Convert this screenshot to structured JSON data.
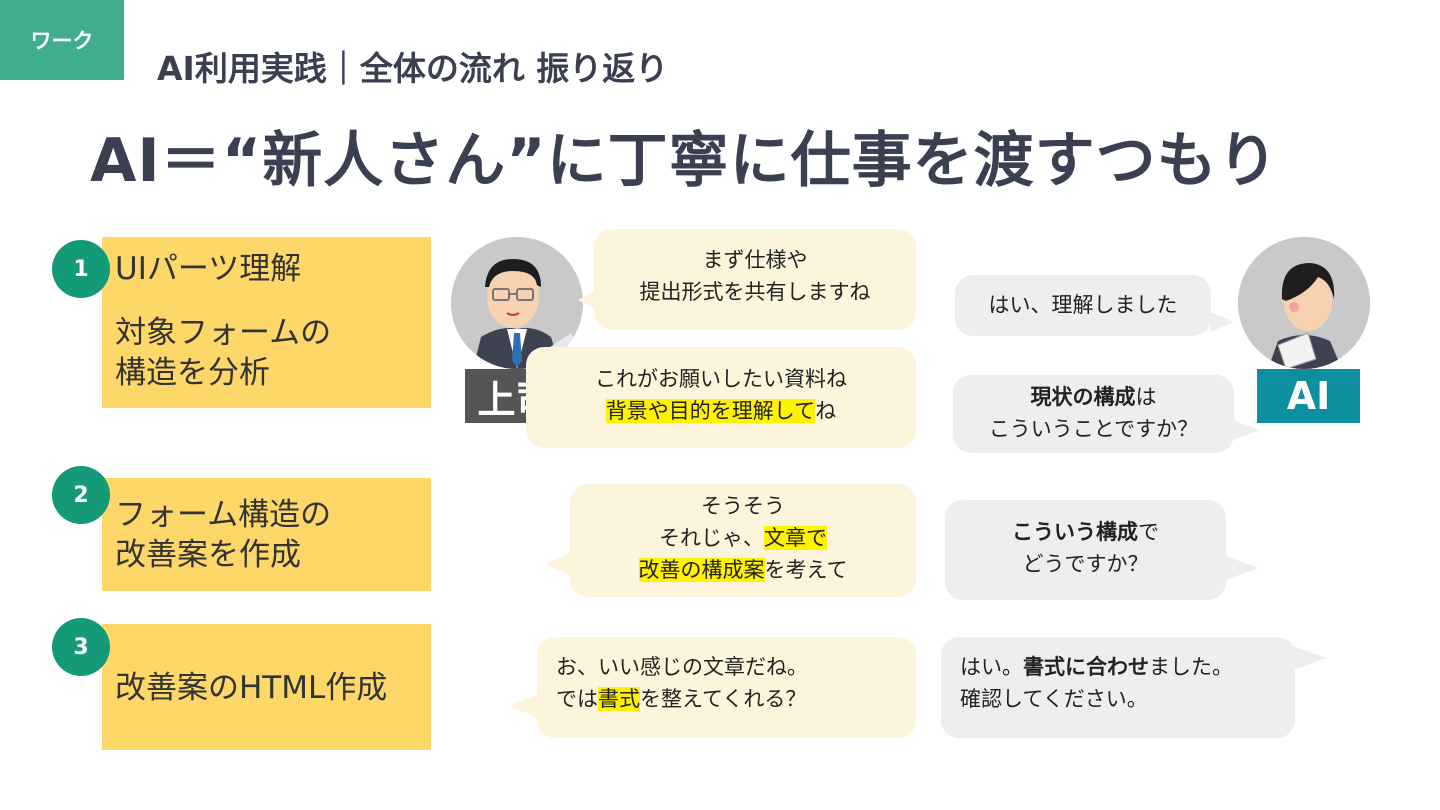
{
  "tag": "ワーク",
  "subtitle": "AI利用実践｜全体の流れ 振り返り",
  "title": "AI＝“新人さん”に丁寧に仕事を渡すつもり",
  "steps": [
    {
      "num": "1",
      "line1": "UIパーツ理解",
      "line2": "対象フォームの",
      "line3": "構造を分析"
    },
    {
      "num": "2",
      "line1": "フォーム構造の",
      "line2": "改善案を作成"
    },
    {
      "num": "3",
      "line1": "改善案のHTML作成"
    }
  ],
  "labels": {
    "boss": "上司",
    "ai": "AI"
  },
  "boss_bubbles": {
    "b1": {
      "l1": "まず仕様や",
      "l2": "提出形式を共有しますね"
    },
    "b2": {
      "l1": "これがお願いしたい資料ね",
      "l2_hl": "背景や目的を理解して",
      "l2_tail": "ね"
    },
    "b3": {
      "l1": "そうそう",
      "l2_pre": "それじゃ、",
      "l2_hl": "文章で",
      "l3_hl": "改善の構成案",
      "l3_tail": "を考えて"
    },
    "b4": {
      "l1": "お、いい感じの文章だね。",
      "l2_pre": "では",
      "l2_hl": "書式",
      "l2_tail": "を整えてくれる？"
    }
  },
  "ai_bubbles": {
    "a1": {
      "l1": "はい、理解しました"
    },
    "a2": {
      "l1_bold": "現状の構成",
      "l1_tail": "は",
      "l2": "こういうことですか？"
    },
    "a3": {
      "l1_bold": "こういう構成",
      "l1_tail": "で",
      "l2": "どうですか？"
    },
    "a4": {
      "l1_pre": "はい。",
      "l1_bold": "書式に合わせ",
      "l1_tail": "ました。",
      "l2": "確認してください。"
    }
  },
  "colors": {
    "green": "#149a79",
    "yellow": "#fdd767",
    "highlight": "#fff200",
    "boss_bubble": "#fdf4dc",
    "ai_bubble": "#eeeeee",
    "ai_label": "#0e8fa0",
    "boss_label": "#555555"
  }
}
